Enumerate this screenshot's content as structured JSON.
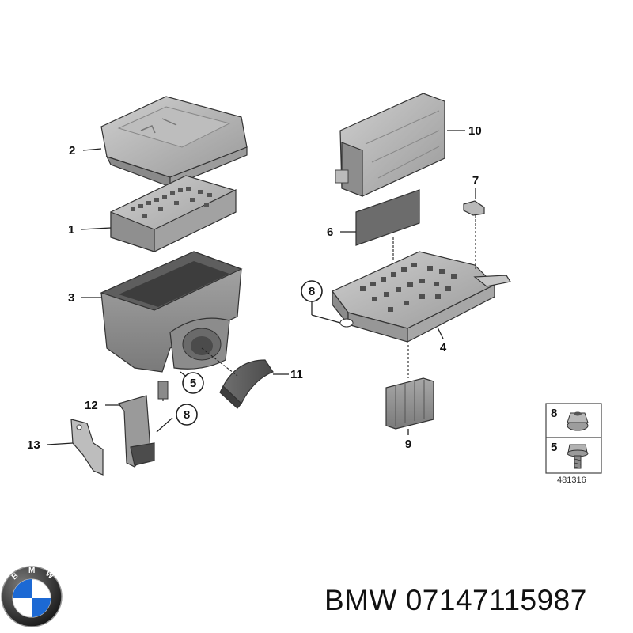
{
  "callouts": {
    "c1": "1",
    "c2": "2",
    "c3": "3",
    "c4": "4",
    "c5": "5",
    "c6": "6",
    "c7": "7",
    "c8a": "8",
    "c8b": "8",
    "c9": "9",
    "c10": "10",
    "c11": "11",
    "c12": "12",
    "c13": "13"
  },
  "legend": {
    "item_top": "8",
    "item_bottom": "5",
    "drawing_number": "481316"
  },
  "caption": {
    "brand": "BMW",
    "part_number": "07147115987"
  },
  "logo": {
    "letters": "BMW",
    "colors": {
      "blue": "#1c69d4",
      "white": "#ffffff",
      "ring": "#111111"
    }
  }
}
